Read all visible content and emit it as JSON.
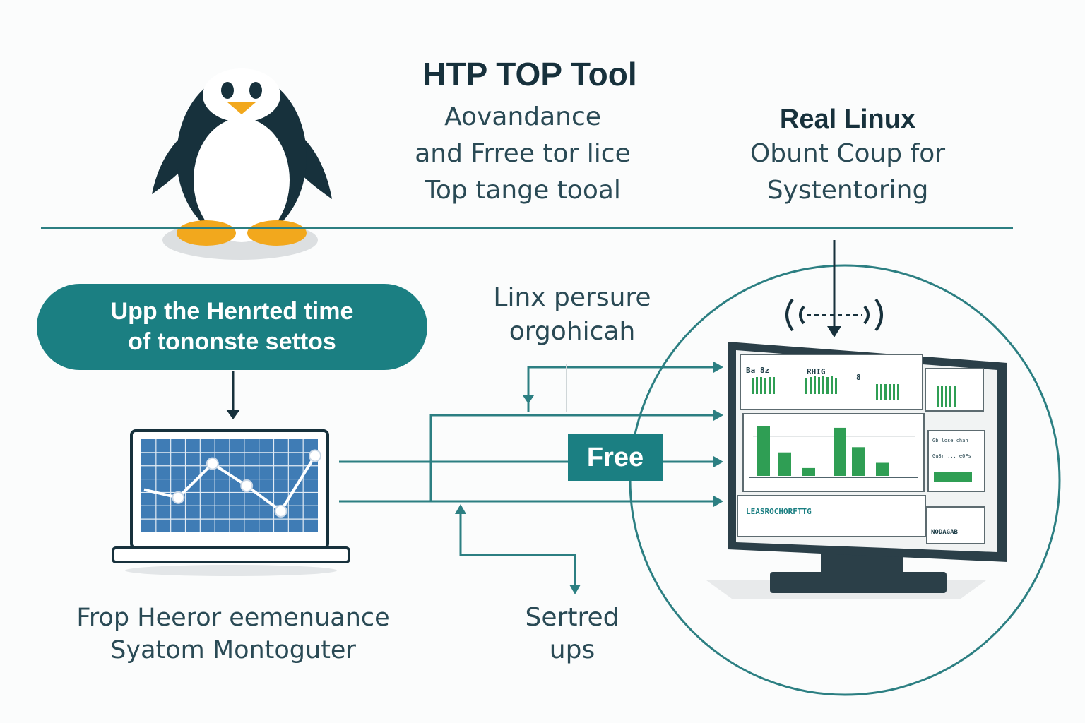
{
  "header": {
    "title": "HTP TOP Tool",
    "subtitle_lines": [
      "Aovandance",
      "and Frree tor lice",
      "Top tange tooal"
    ]
  },
  "right_header": {
    "title": "Real Linux",
    "subtitle_lines": [
      "Obunt Coup for",
      "Systentoring"
    ]
  },
  "pill": {
    "lines": [
      "Upp the Henrted time",
      "of tononste settos"
    ]
  },
  "linx_label": {
    "lines": [
      "Linx persure",
      "orgohicah"
    ]
  },
  "free_badge": "Free",
  "bottom_left": {
    "lines": [
      "Frop Heeror eemenuance",
      "Syatom Montoguter"
    ]
  },
  "bottom_center": {
    "lines": [
      "Sertred",
      "ups"
    ]
  },
  "monitor": {
    "panel_top_labels": [
      "Ba 8z",
      "RHIG",
      "8"
    ],
    "side_panel_lines": [
      "Gb lose chan",
      "Gu8r ... e0Fs"
    ],
    "bottom_panel_label": "LEASROCHORFTTG",
    "bottom_panel_extra": "NODAGAB",
    "bar_values": [
      0.95,
      0.45,
      0.15,
      0.92,
      0.55,
      0.25
    ]
  },
  "laptop_chart": {
    "line_values": [
      0.45,
      0.35,
      0.78,
      0.5,
      0.18,
      0.88
    ]
  },
  "colors": {
    "teal": "#1b7f82",
    "navy": "#17313c",
    "green": "#2f9e54",
    "penguin_orange": "#f2a81d",
    "chart_blue": "#3f7cb5"
  },
  "icons": [
    "penguin-icon",
    "laptop-icon",
    "monitor-icon",
    "wifi-signal-icon"
  ]
}
